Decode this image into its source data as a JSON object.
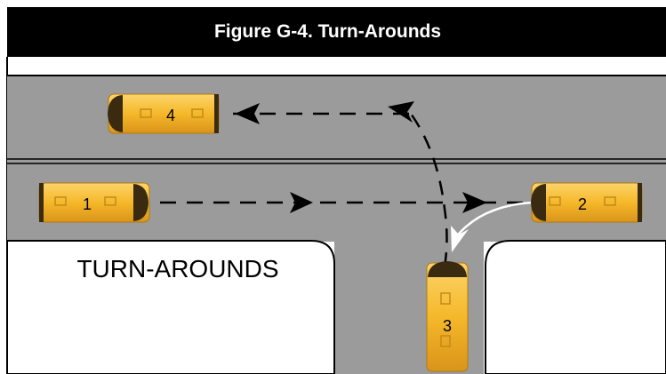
{
  "figure": {
    "title": "Figure G-4. Turn-Arounds",
    "label": "TURN-AROUNDS"
  },
  "buses": [
    {
      "number": "1"
    },
    {
      "number": "2"
    },
    {
      "number": "3"
    },
    {
      "number": "4"
    }
  ],
  "colors": {
    "road": "#9b9b9b",
    "bus": "#f5b82a",
    "header": "#000000"
  }
}
